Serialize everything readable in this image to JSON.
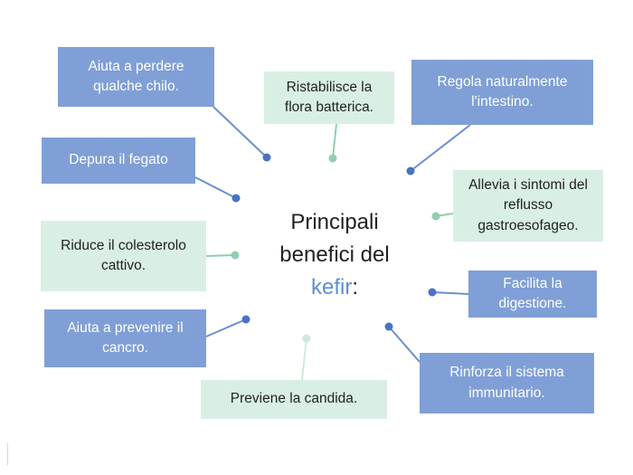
{
  "center": {
    "line1": "Principali",
    "line2": "benefici del",
    "keyword": "kefir",
    "suffix": ":"
  },
  "benefits": [
    {
      "id": "perdere-chilo",
      "text": "Aiuta a perdere qualche chilo.",
      "color": "#7f9fd6"
    },
    {
      "id": "flora",
      "text": "Ristabilisce la flora batterica.",
      "color": "#d9efe4"
    },
    {
      "id": "intestino",
      "text": "Regola naturalmente l'intestino.",
      "color": "#7f9fd6"
    },
    {
      "id": "fegato",
      "text": "Depura il fegato",
      "color": "#7f9fd6"
    },
    {
      "id": "reflusso",
      "text": "Allevia i sintomi del reflusso gastroesofageo.",
      "color": "#d9efe4"
    },
    {
      "id": "colesterolo",
      "text": "Riduce il colesterolo cattivo.",
      "color": "#d9efe4"
    },
    {
      "id": "digestione",
      "text": "Facilita la digestione.",
      "color": "#7f9fd6"
    },
    {
      "id": "cancro",
      "text": "Aiuta a prevenire il cancro.",
      "color": "#7f9fd6"
    },
    {
      "id": "immunitario",
      "text": "Rinforza il sistema immunitario.",
      "color": "#7f9fd6"
    },
    {
      "id": "candida",
      "text": "Previene la candida.",
      "color": "#d9efe4"
    }
  ]
}
